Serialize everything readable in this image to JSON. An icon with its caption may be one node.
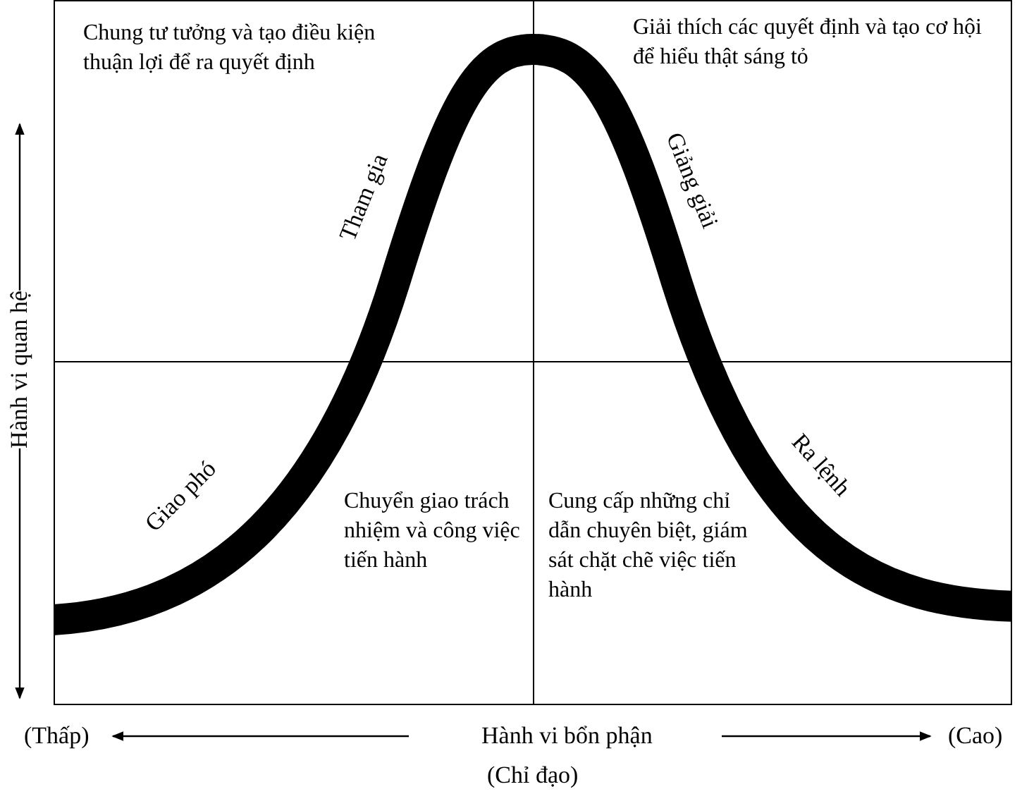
{
  "diagram": {
    "nodes": [
      {
        "text": [
          "Chung tư tưởng và tạo điều kiện thuận lợi để ra quyết định"
        ]
      },
      {
        "text": [
          "Giải thích các quyết định và tạo cơ hội để hiểu thật sáng tỏ"
        ]
      },
      {
        "text": [
          "Chuyển giao trách nhiệm và công việc tiến hành"
        ]
      },
      {
        "text": [
          "Cung cấp những chỉ dẫn chuyên biệt, giám sát chặt chẽ việc tiến hành"
        ]
      }
    ],
    "edges": [],
    "labels": [
      "Tham gia",
      "Giảng giải",
      "Giao phó",
      "Ra lệnh",
      "Hành vi quan hệ",
      "(Thấp)",
      "Hành vi bổn phận",
      "(Cao)",
      "(Chỉ đạo)"
    ]
  }
}
